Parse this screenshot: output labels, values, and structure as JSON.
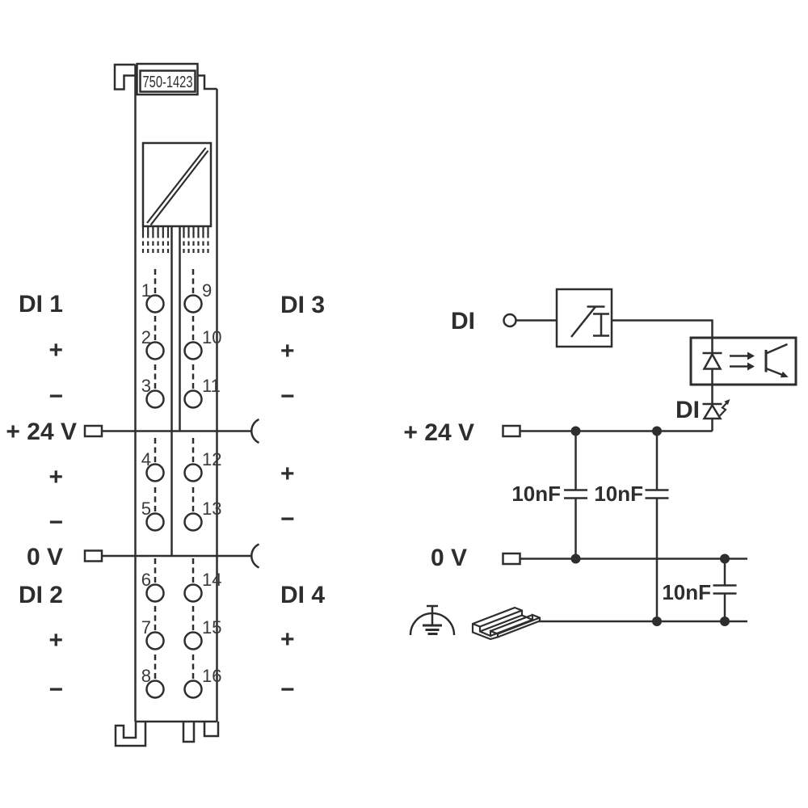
{
  "colors": {
    "ink": "#2e2e2e",
    "background": "#ffffff"
  },
  "module": {
    "part_number": "750-1423",
    "left_labels": [
      "DI 1",
      "+",
      "−",
      "+ 24 V",
      "+",
      "−",
      "0 V",
      "DI 2",
      "+",
      "−"
    ],
    "right_labels": [
      "DI 3",
      "+",
      "−",
      "+",
      "−",
      "DI 4",
      "+",
      "−"
    ],
    "terminals": {
      "left": [
        "1",
        "2",
        "3",
        "4",
        "5",
        "6",
        "7",
        "8"
      ],
      "right": [
        "9",
        "10",
        "11",
        "12",
        "13",
        "14",
        "15",
        "16"
      ]
    }
  },
  "schematic": {
    "input_label": "DI",
    "led_label": "DI",
    "rail_24v_label": "+ 24 V",
    "rail_0v_label": "0 V",
    "capacitor_labels": [
      "10nF",
      "10nF",
      "10nF"
    ]
  }
}
